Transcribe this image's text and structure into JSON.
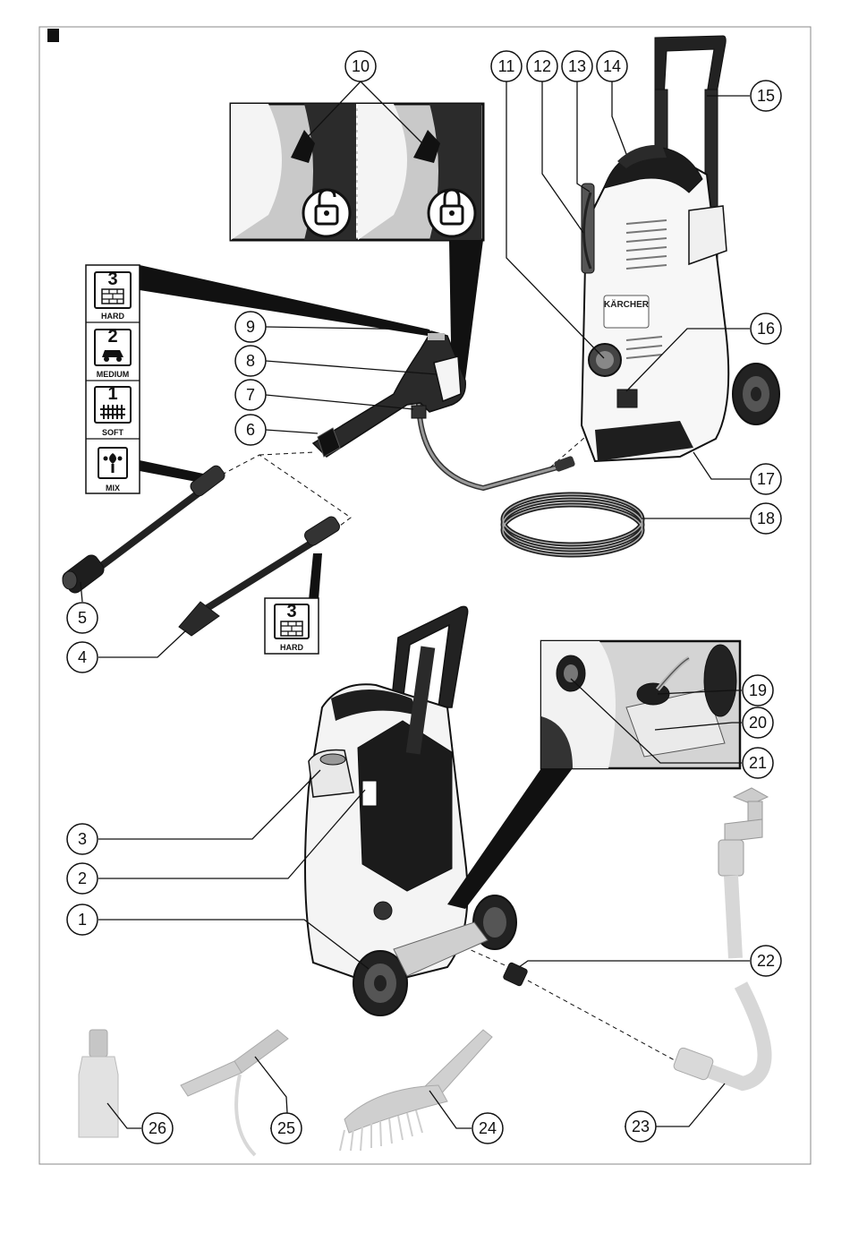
{
  "brand_label": "KÄRCHER",
  "spray_modes": [
    {
      "number": "3",
      "name": "HARD"
    },
    {
      "number": "2",
      "name": "MEDIUM"
    },
    {
      "number": "1",
      "name": "SOFT"
    },
    {
      "number": "",
      "name": "MIX"
    }
  ],
  "lance_mode": {
    "number": "3",
    "name": "HARD"
  },
  "callouts": [
    "1",
    "2",
    "3",
    "4",
    "5",
    "6",
    "7",
    "8",
    "9",
    "10",
    "11",
    "12",
    "13",
    "14",
    "15",
    "16",
    "17",
    "18",
    "19",
    "20",
    "21",
    "22",
    "23",
    "24",
    "25",
    "26"
  ]
}
